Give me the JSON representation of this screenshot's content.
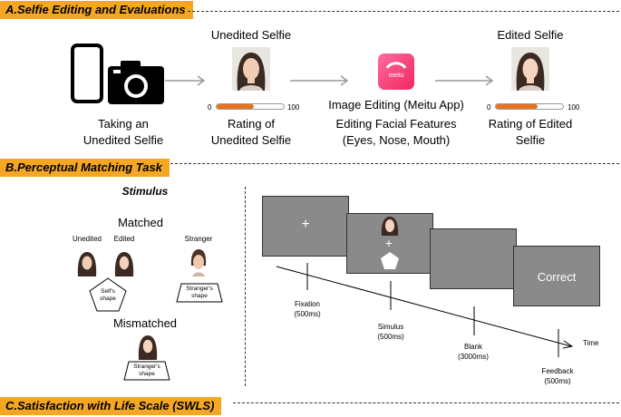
{
  "sectionA": {
    "title": "A.Selfie Editing and Evaluations",
    "unedited_label": "Unedited Selfie",
    "edited_label": "Edited Selfie",
    "taking_selfie": [
      "Taking an",
      "Unedited Selfie"
    ],
    "rating_unedited": [
      "Rating of",
      "Unedited Selfie"
    ],
    "editing_caption": [
      "Image Editing (Meitu App)",
      "Editing Facial Features",
      "(Eyes, Nose, Mouth)"
    ],
    "rating_edited": [
      "Rating of Edited",
      "Selfie"
    ],
    "meitu_text": "meitu",
    "scale_min": "0",
    "scale_max": "100",
    "rating_unedited_level": 0.55,
    "rating_edited_level": 0.62
  },
  "sectionB": {
    "title": "B.Perceptual Matching Task",
    "stimulus_heading": "Stimulus",
    "matched_heading": "Matched",
    "mismatched_heading": "Mismatched",
    "col_unedited": "Unedited",
    "col_edited": "Edited",
    "col_stranger": "Stranger",
    "self_shape": [
      "Self's",
      "shape"
    ],
    "stranger_shape": [
      "Stranger's",
      "shape"
    ],
    "correct_text": "Correct",
    "fixation_plus": "+",
    "fixation": [
      "Fixation",
      "(500ms)"
    ],
    "stimulus_event": [
      "Simulus",
      "(500ms)"
    ],
    "blank": [
      "Blank",
      "(3000ms)"
    ],
    "feedback": [
      "Feedback",
      "(500ms)"
    ],
    "time_label": "Time"
  },
  "sectionC": {
    "title": "C.Satisfaction with Life Scale (SWLS)"
  },
  "colors": {
    "banner": "#f5a623",
    "rating_fill": "#e8731a",
    "screen": "#8a8a8a"
  },
  "icons": [
    "smartphone-icon",
    "camera-icon",
    "meitu-app-icon",
    "face-photo",
    "pentagon-shape",
    "trapezoid-shape"
  ]
}
